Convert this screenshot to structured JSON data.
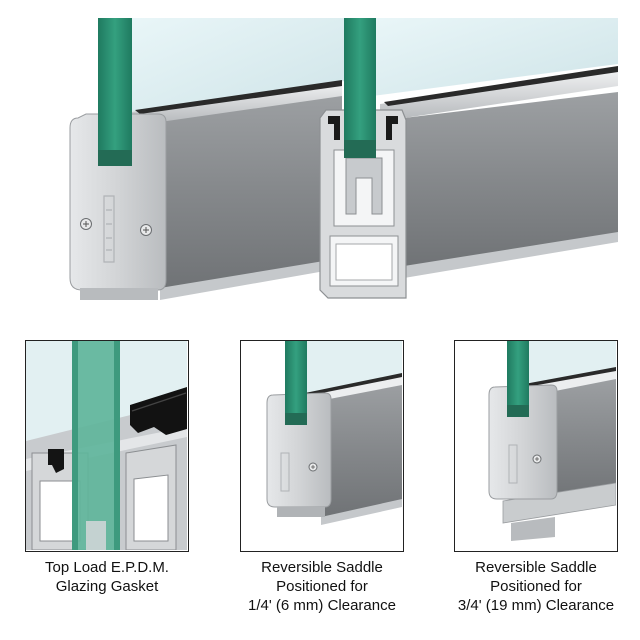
{
  "captions": [
    {
      "line1": "Top Load E.P.D.M.",
      "line2": "Glazing Gasket",
      "line3": ""
    },
    {
      "line1": "Reversible Saddle",
      "line2": "Positioned for",
      "line3": "1/4' (6 mm) Clearance"
    },
    {
      "line1": "Reversible Saddle",
      "line2": "Positioned for",
      "line3": "3/4' (19 mm) Clearance"
    }
  ],
  "colors": {
    "glass_green": "#2e8e72",
    "glass_clear": "#d8ecef",
    "aluminum_light": "#d4d6d8",
    "aluminum_mid": "#a9acaf",
    "aluminum_dark": "#707376",
    "gasket": "#1a1a1a"
  },
  "icons": [
    "screw-icon",
    "screw-icon",
    "screw-icon"
  ]
}
